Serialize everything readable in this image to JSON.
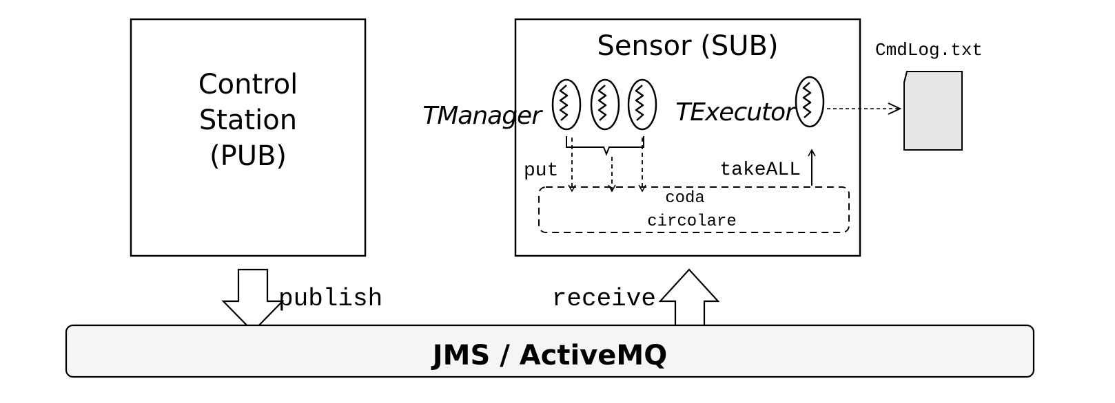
{
  "control_station": {
    "line1": "Control",
    "line2": "Station",
    "line3": "(PUB)"
  },
  "sensor": {
    "title": "Sensor (SUB)",
    "tmanager_label": "TManager",
    "texecutor_label": "TExecutor",
    "put_label": "put",
    "takeall_label": "takeALL",
    "queue_line1": "coda",
    "queue_line2": "circolare"
  },
  "log_file": {
    "name": "CmdLog.txt"
  },
  "bus": {
    "label": "JMS / ActiveMQ",
    "publish_label": "publish",
    "receive_label": "receive"
  },
  "colors": {
    "stroke": "#000000",
    "bus_fill": "#f5f5f5",
    "file_fill": "#e6e6e6",
    "background": "#ffffff"
  }
}
